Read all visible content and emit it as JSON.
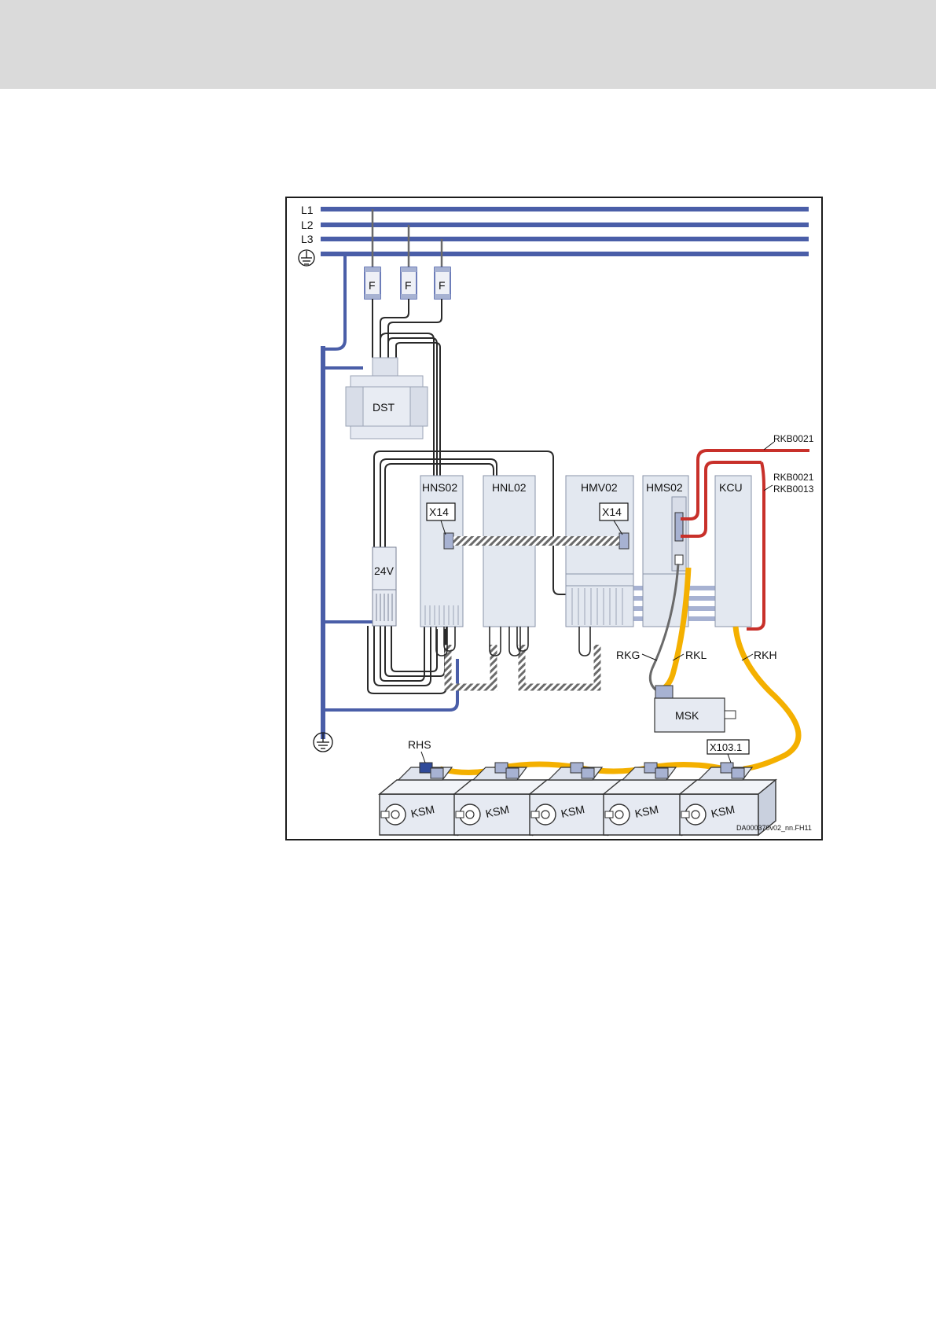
{
  "figure": {
    "bus_labels": [
      "L1",
      "L2",
      "L3"
    ],
    "fuse_label": "F",
    "transformer_label": "DST",
    "psu_label": "24V",
    "modules": [
      "HNS02",
      "HNL02",
      "HMV02",
      "HMS02",
      "KCU"
    ],
    "connector_left": "X14",
    "connector_right": "X14",
    "cable_rkb_top": "RKB0021",
    "cable_rkb_mid_1": "RKB0021",
    "cable_rkb_mid_2": "RKB0013",
    "cable_rkg": "RKG",
    "cable_rkl": "RKL",
    "cable_rkh": "RKH",
    "motor_msk": "MSK",
    "terminal_rhs": "RHS",
    "connector_x103": "X103.1",
    "ksm_label": "KSM",
    "drawing_id": "DA000370v02_nn.FH11"
  },
  "colors": {
    "bus": "#4a5ea8",
    "power_cable": "#f4b000",
    "signal_red": "#c8302a",
    "module_fill": "#e3e8f0",
    "connector": "#a7b2d2"
  }
}
